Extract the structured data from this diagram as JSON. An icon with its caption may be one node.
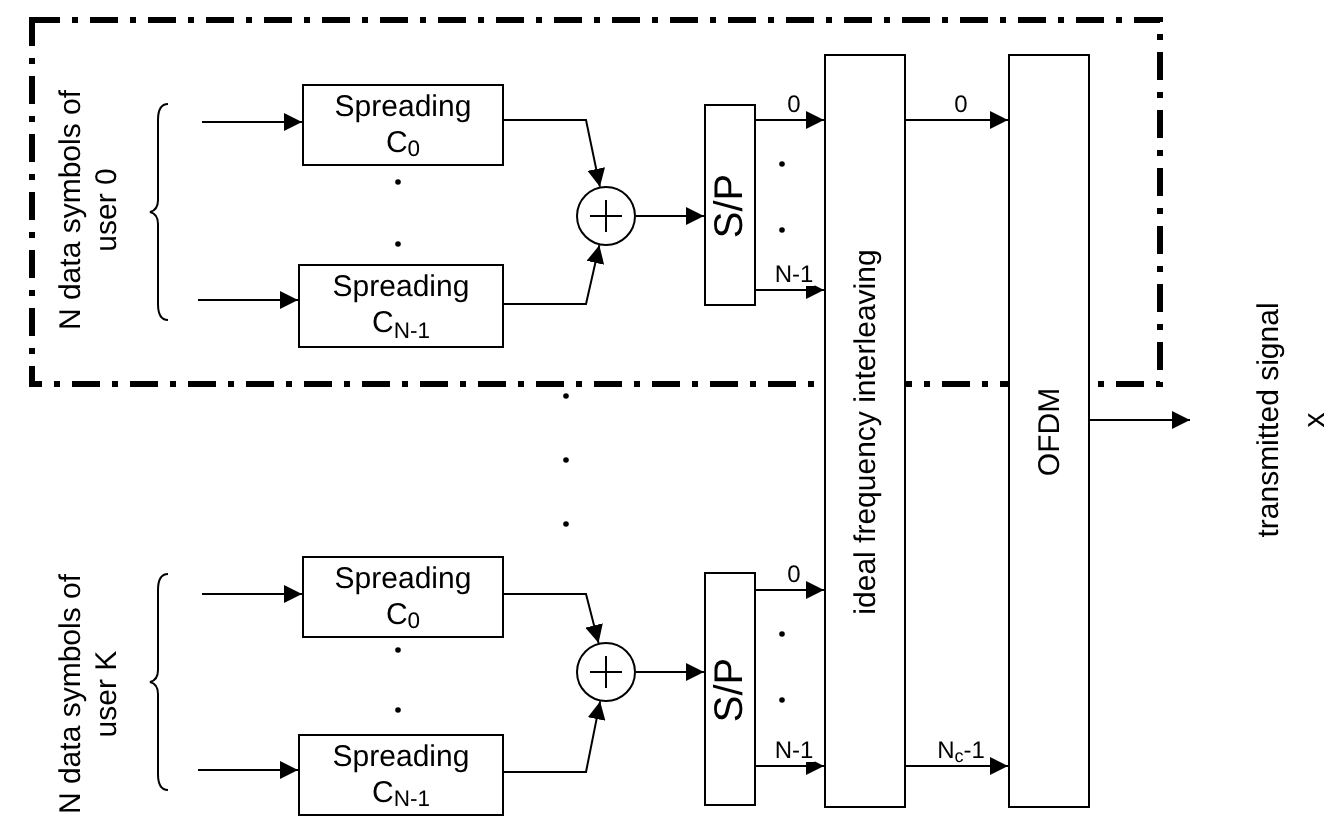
{
  "diagram": {
    "nodes": [
      {
        "text": [
          "Spreading",
          "C$_{0}$"
        ]
      },
      {
        "text": [
          "Spreading",
          "C$_{N-1}$"
        ]
      },
      {
        "text": [],
        "shape": "circle"
      },
      {
        "text": [
          "S/P"
        ]
      },
      {
        "text": [
          "Spreading",
          "C$_{0}$"
        ]
      },
      {
        "text": [
          "Spreading",
          "C$_{N-1}$"
        ]
      },
      {
        "text": [],
        "shape": "circle"
      },
      {
        "text": [
          "S/P"
        ]
      },
      {
        "text": [
          "ideal frequency interleaving"
        ]
      },
      {
        "text": [
          "OFDM"
        ]
      }
    ],
    "edges": [
      {
        "from": null,
        "to": 0,
        "arrow": "to"
      },
      {
        "from": null,
        "to": 1,
        "arrow": "to"
      },
      {
        "from": null,
        "to": 4,
        "arrow": "to"
      },
      {
        "from": null,
        "to": 5,
        "arrow": "to"
      },
      {
        "from": 0,
        "to": 2,
        "arrow": "to"
      },
      {
        "from": 1,
        "to": 2,
        "arrow": "to"
      },
      {
        "from": 2,
        "to": 3,
        "arrow": "to"
      },
      {
        "from": 3,
        "to": 8,
        "arrow": "to",
        "label": "0"
      },
      {
        "from": 3,
        "to": 8,
        "arrow": "to",
        "label": "N-1"
      },
      {
        "from": 4,
        "to": 6,
        "arrow": "to"
      },
      {
        "from": 5,
        "to": 6,
        "arrow": "to"
      },
      {
        "from": 6,
        "to": 7,
        "arrow": "to"
      },
      {
        "from": 7,
        "to": 8,
        "arrow": "to",
        "label": "0"
      },
      {
        "from": 7,
        "to": 8,
        "arrow": "to",
        "label": "N-1"
      },
      {
        "from": 8,
        "to": 9,
        "arrow": "to",
        "label": "0"
      },
      {
        "from": 8,
        "to": 9,
        "arrow": "to",
        "label": "N$_{c}$-1"
      },
      {
        "from": 9,
        "to": null,
        "arrow": "to"
      }
    ],
    "labels": [
      "N data symbols of user 0",
      "N data symbols of user K",
      "transmitted signal",
      "x"
    ]
  }
}
